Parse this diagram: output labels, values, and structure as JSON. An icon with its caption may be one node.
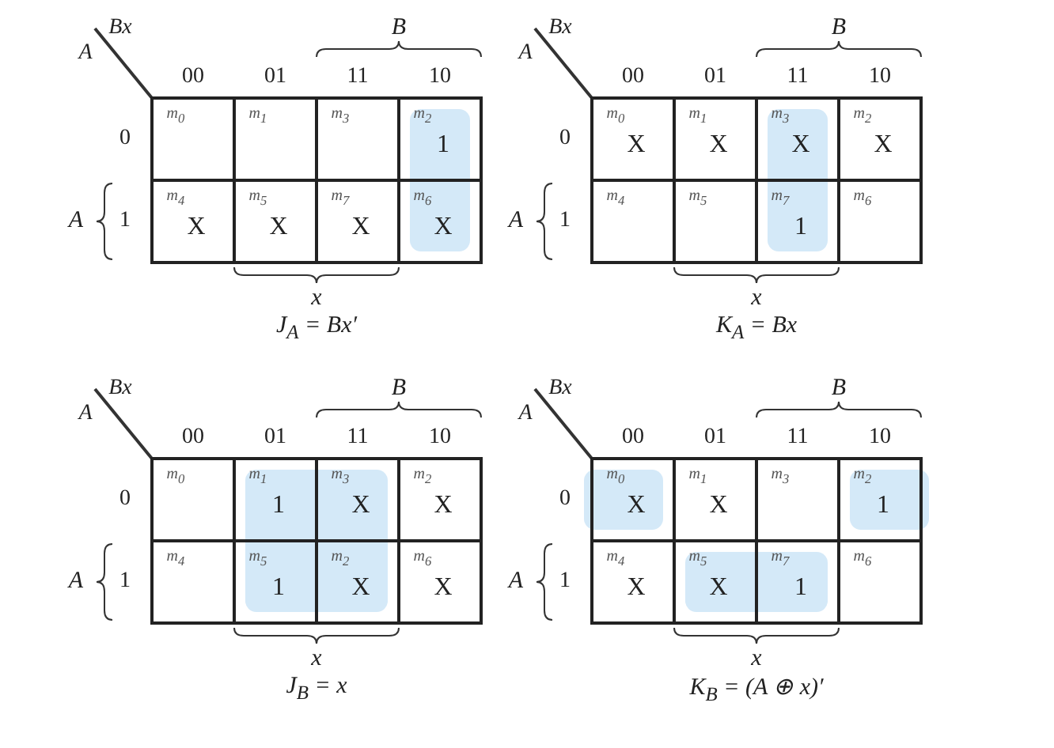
{
  "diagram": {
    "labels": [
      "Bx",
      "B",
      "A",
      "00",
      "01",
      "11",
      "10",
      "0",
      "m$_{0}$",
      "m$_{1}$",
      "m$_{3}$",
      "m$_{2}$",
      "1",
      "A",
      "1",
      "m$_{4}$",
      "X",
      "m$_{5}$",
      "X",
      "m$_{7}$",
      "X",
      "m$_{6}$",
      "X",
      "x",
      "J$_{A}$ = Bx′",
      "Bx",
      "B",
      "A",
      "00",
      "01",
      "11",
      "10",
      "0",
      "m$_{0}$",
      "X",
      "m$_{1}$",
      "X",
      "m$_{3}$",
      "X",
      "m$_{2}$",
      "X",
      "A",
      "1",
      "m$_{4}$",
      "m$_{5}$",
      "m$_{7}$",
      "1",
      "m$_{6}$",
      "x",
      "K$_{A}$ = Bx",
      "Bx",
      "B",
      "A",
      "00",
      "01",
      "11",
      "10",
      "0",
      "m$_{0}$",
      "m$_{1}$",
      "1",
      "m$_{3}$",
      "X",
      "m$_{2}$",
      "X",
      "A",
      "1",
      "m$_{4}$",
      "m$_{5}$",
      "1",
      "m$_{2}$",
      "X",
      "m$_{6}$",
      "X",
      "x",
      "J$_{B}$ = x",
      "Bx",
      "B",
      "A",
      "00",
      "01",
      "11",
      "10",
      "0",
      "m$_{0}$",
      "X",
      "m$_{1}$",
      "X",
      "m$_{3}$",
      "m$_{2}$",
      "1",
      "A",
      "1",
      "m$_{4}$",
      "X",
      "m$_{5}$",
      "X",
      "m$_{7}$",
      "1",
      "m$_{6}$",
      "x",
      "K$_{B}$ = (A ⊕ x)′"
    ]
  }
}
